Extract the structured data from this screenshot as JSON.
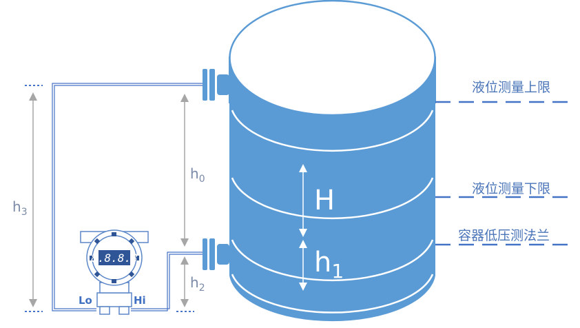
{
  "labels": {
    "upper_limit": "液位测量上限",
    "lower_limit": "液位测量下限",
    "low_flange": "容器低压测法兰"
  },
  "dimensions": {
    "h0": {
      "base": "h",
      "sub": "0"
    },
    "h2": {
      "base": "h",
      "sub": "2"
    },
    "h3": {
      "base": "h",
      "sub": "3"
    },
    "H": "H",
    "h1": {
      "base": "h",
      "sub": "1"
    }
  },
  "transmitter": {
    "display": "8.8.8.8",
    "lo": "Lo",
    "hi": "Hi"
  },
  "colors": {
    "tank": "#5b9bd5",
    "line": "#4472c4",
    "arrow": "#a6a6a6"
  }
}
